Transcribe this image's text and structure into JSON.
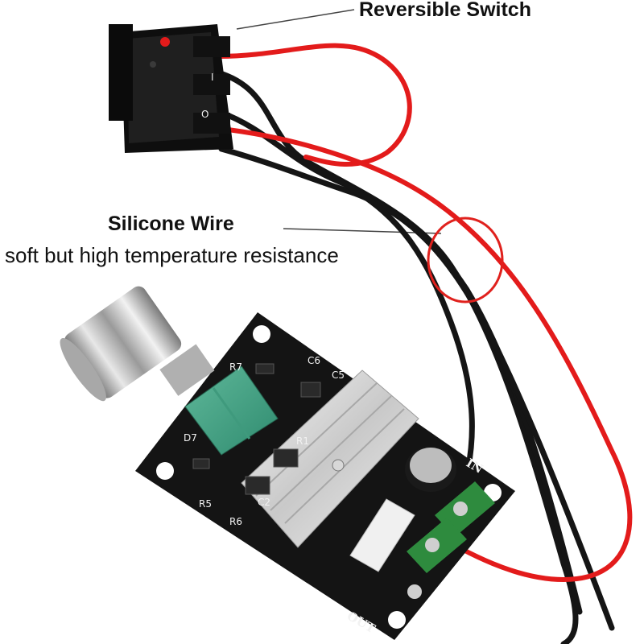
{
  "callouts": {
    "switch_label": "Reversible Switch",
    "wire_title": "Silicone Wire",
    "wire_subtitle": "soft but high temperature resistance"
  },
  "board_markings": {
    "c6": "C6",
    "c5": "C5",
    "r7": "R7",
    "d7": "D7",
    "r1": "R1",
    "r5": "R5",
    "r6": "R6",
    "c2": "C2",
    "in": "IN",
    "out": "OUT"
  },
  "switch_markings": {
    "one": "I",
    "zero": "O"
  },
  "colors": {
    "accent_red": "#e31b1b",
    "callout_circle": "#e0211d",
    "board_black": "#141414",
    "terminal_green": "#2e8b3e"
  },
  "icons": {
    "switch": "rocker-switch-icon",
    "knob": "potentiometer-knob-icon"
  }
}
